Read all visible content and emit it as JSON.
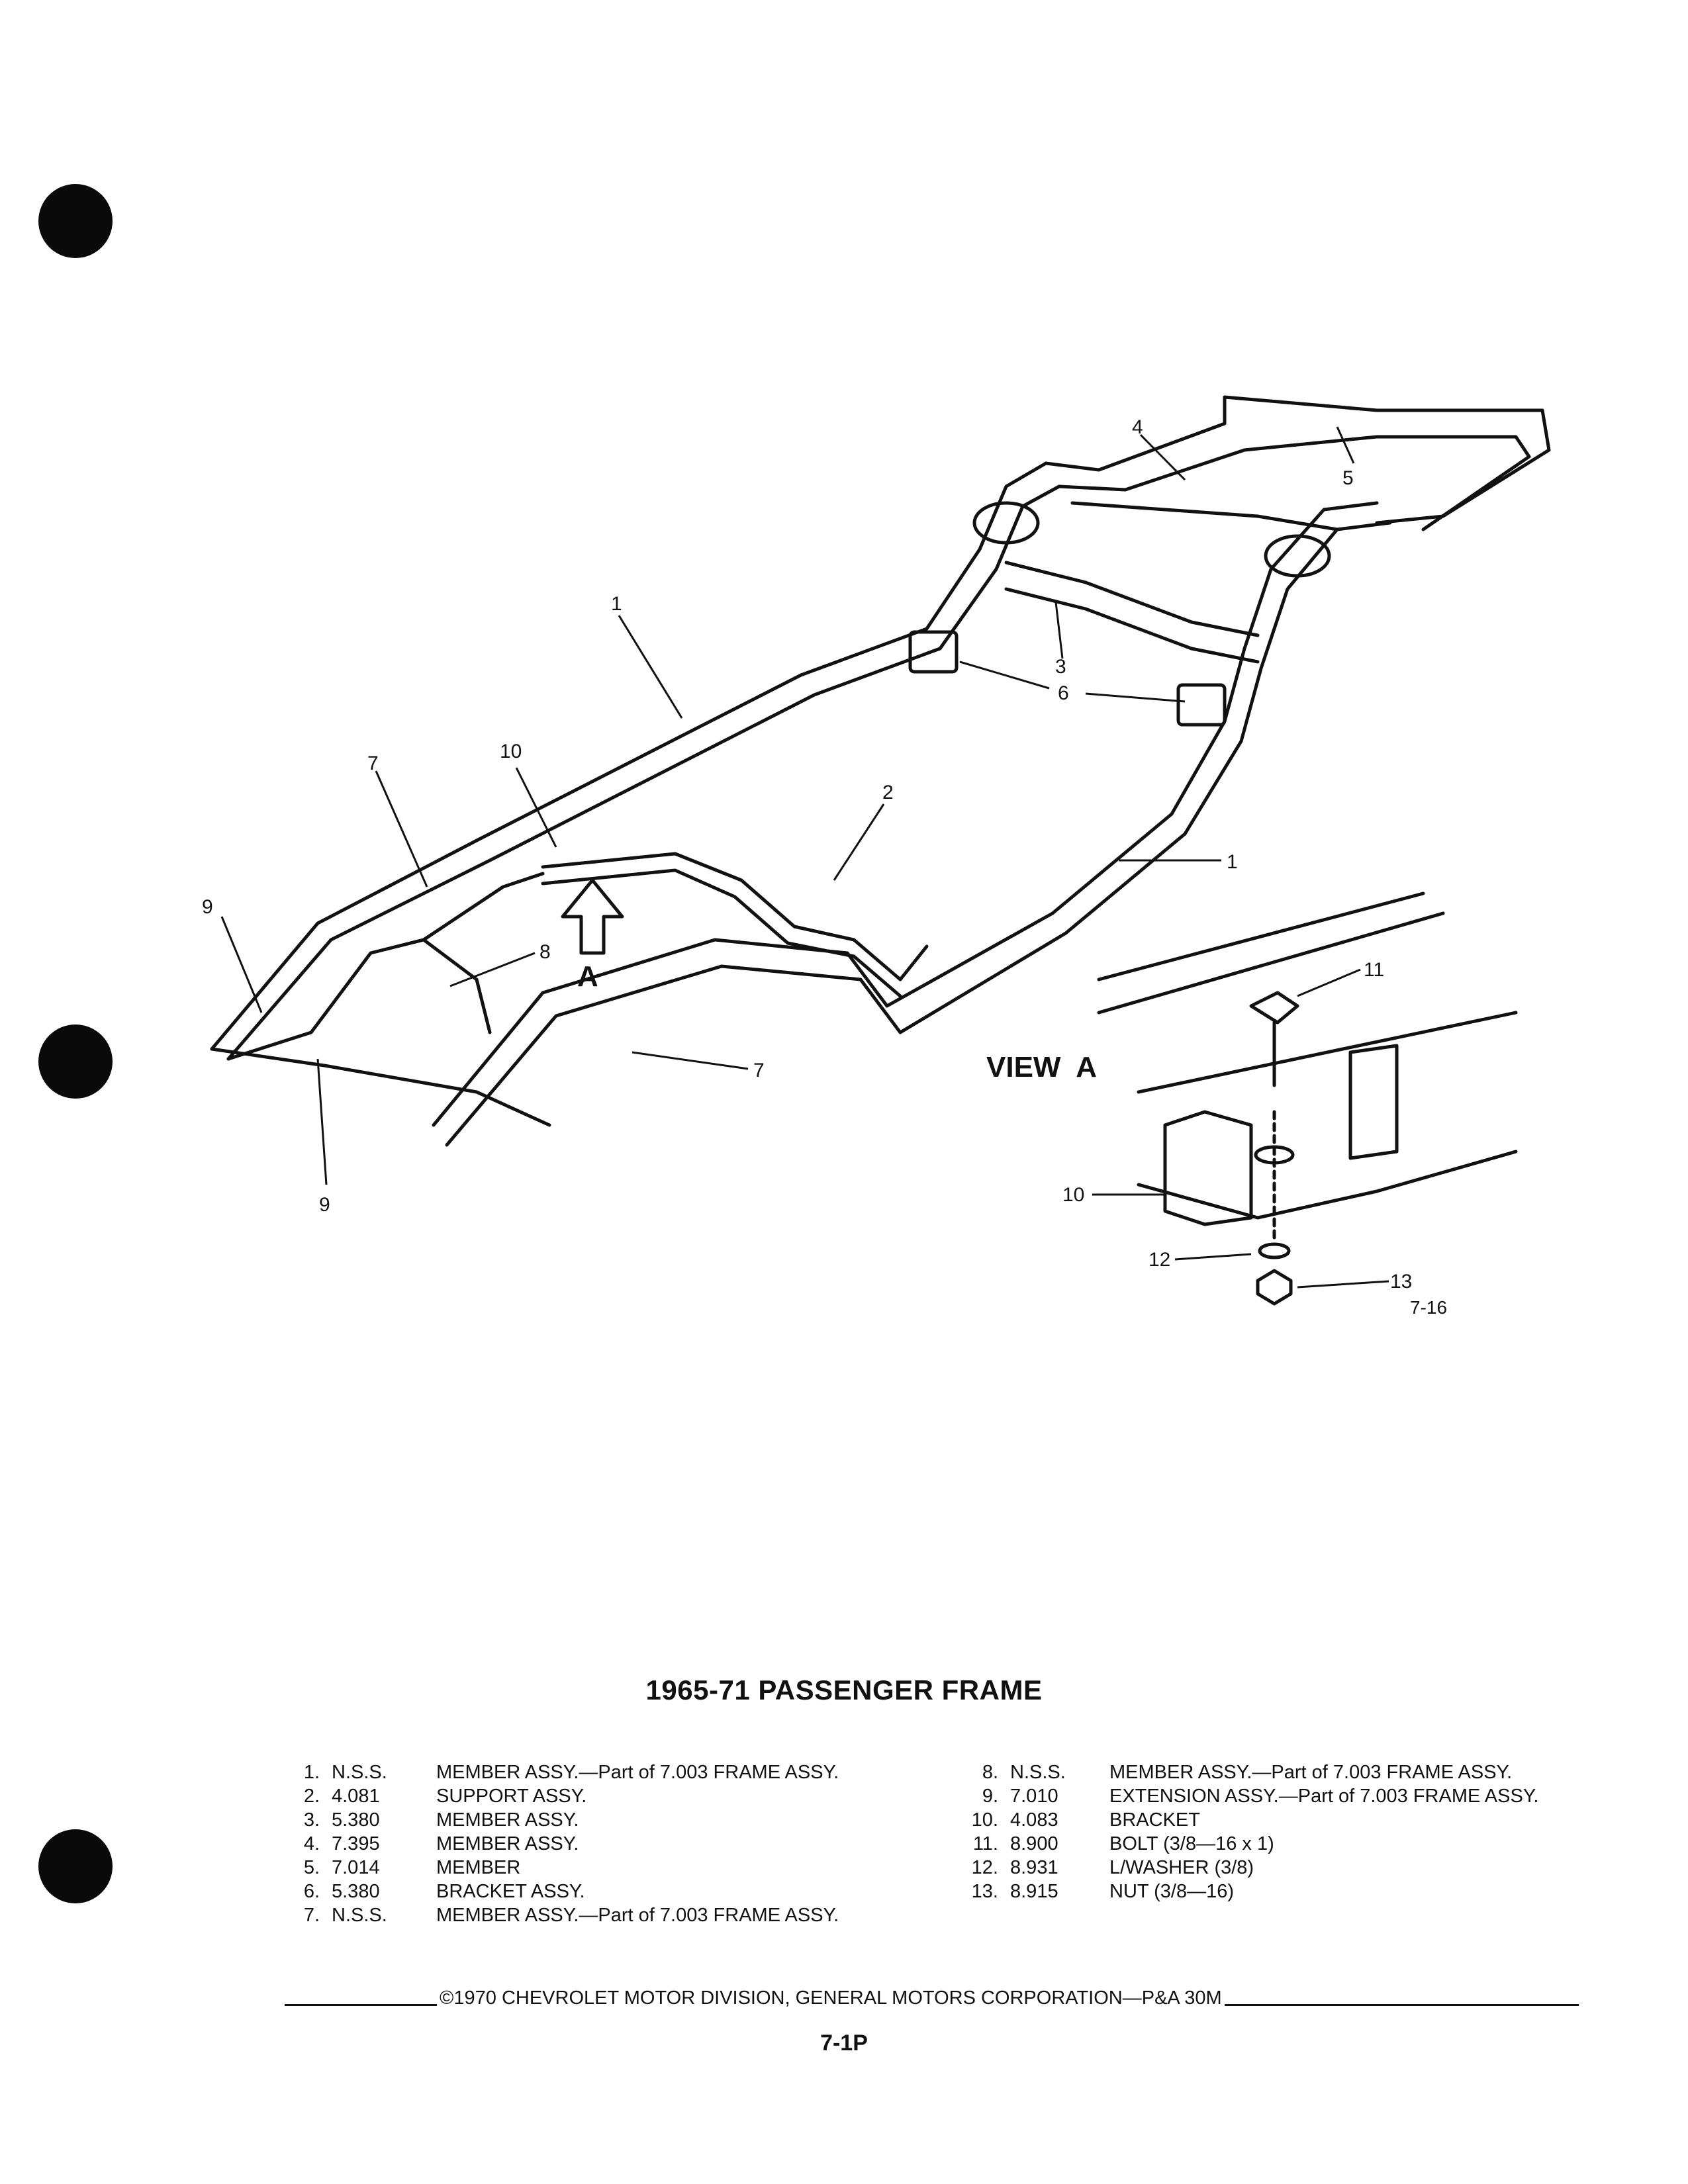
{
  "diagram": {
    "callouts": [
      "1",
      "1",
      "2",
      "3",
      "4",
      "5",
      "6",
      "7",
      "7",
      "8",
      "9",
      "9",
      "10",
      "A",
      "11",
      "10",
      "12",
      "13"
    ],
    "view_label": "VIEW  A",
    "figure_number": "7-16"
  },
  "title": "1965-71 PASSENGER FRAME",
  "parts_left": [
    {
      "no": "1.",
      "pn": "N.S.S.",
      "desc": "MEMBER ASSY.—Part of 7.003 FRAME ASSY."
    },
    {
      "no": "2.",
      "pn": "4.081",
      "desc": "SUPPORT ASSY."
    },
    {
      "no": "3.",
      "pn": "5.380",
      "desc": "MEMBER ASSY."
    },
    {
      "no": "4.",
      "pn": "7.395",
      "desc": "MEMBER ASSY."
    },
    {
      "no": "5.",
      "pn": "7.014",
      "desc": "MEMBER"
    },
    {
      "no": "6.",
      "pn": "5.380",
      "desc": "BRACKET ASSY."
    },
    {
      "no": "7.",
      "pn": "N.S.S.",
      "desc": "MEMBER ASSY.—Part of 7.003 FRAME ASSY."
    }
  ],
  "parts_right": [
    {
      "no": "8.",
      "pn": "N.S.S.",
      "desc": "MEMBER ASSY.—Part of 7.003 FRAME ASSY."
    },
    {
      "no": "9.",
      "pn": "7.010",
      "desc": "EXTENSION ASSY.—Part of 7.003 FRAME ASSY."
    },
    {
      "no": "10.",
      "pn": "4.083",
      "desc": "BRACKET"
    },
    {
      "no": "11.",
      "pn": "8.900",
      "desc": "BOLT (3/8—16 x 1)"
    },
    {
      "no": "12.",
      "pn": "8.931",
      "desc": "L/WASHER (3/8)"
    },
    {
      "no": "13.",
      "pn": "8.915",
      "desc": "NUT (3/8—16)"
    }
  ],
  "footer": "©1970 CHEVROLET MOTOR DIVISION, GENERAL MOTORS CORPORATION—P&A 30M",
  "page_number": "7-1P"
}
